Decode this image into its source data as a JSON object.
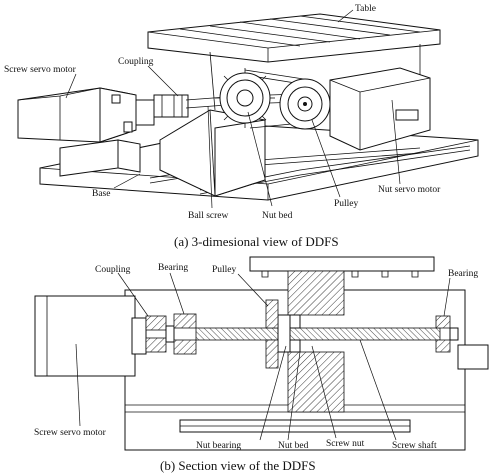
{
  "diagram_3d": {
    "labels": {
      "table": "Table",
      "coupling": "Coupling",
      "screw_servo_motor": "Screw servo motor",
      "base": "Base",
      "ball_screw": "Ball screw",
      "nut_bed": "Nut bed",
      "pulley": "Pulley",
      "nut_servo_motor": "Nut servo motor"
    },
    "caption": "(a) 3-dimesional view of DDFS"
  },
  "diagram_section": {
    "labels": {
      "coupling": "Coupling",
      "bearing_left": "Bearing",
      "pulley": "Pulley",
      "bearing_right": "Bearing",
      "screw_servo_motor": "Screw servo motor",
      "nut_bearing": "Nut bearing",
      "nut_bed": "Nut bed",
      "screw_nut": "Screw nut",
      "screw_shaft": "Screw shaft"
    },
    "caption": "(b) Section view of the DDFS"
  }
}
